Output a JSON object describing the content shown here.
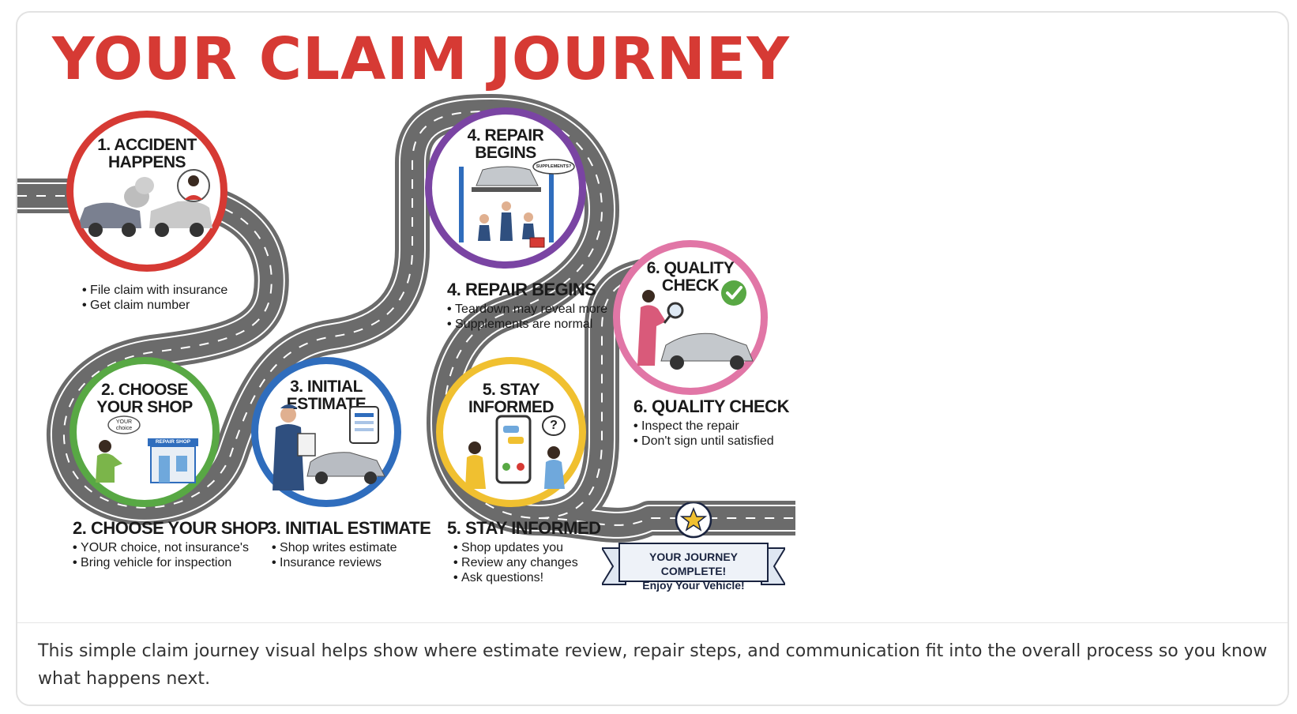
{
  "title": "YOUR CLAIM JOURNEY",
  "colors": {
    "title": "#d63a34",
    "road": "#6b6b6b",
    "road_edge": "#ffffff",
    "stage_1": "#d63a34",
    "stage_2": "#58a844",
    "stage_3": "#2f6dbd",
    "stage_4": "#7a44a3",
    "stage_5": "#f0c030",
    "stage_6": "#e176a6"
  },
  "stages": [
    {
      "number": 1,
      "circle_label": [
        "1. ACCIDENT",
        "HAPPENS"
      ],
      "heading": "",
      "bullets": [
        "File claim with insurance",
        "Get claim number"
      ],
      "icons": [
        "crashed-cars-icon",
        "person-on-phone-icon"
      ]
    },
    {
      "number": 2,
      "circle_label": [
        "2. CHOOSE",
        "YOUR SHOP"
      ],
      "heading": "2. CHOOSE YOUR SHOP",
      "bullets": [
        "YOUR choice, not insurance's",
        "Bring vehicle for inspection"
      ],
      "icons": [
        "person-pointing-icon",
        "repair-shop-icon"
      ],
      "art_text": {
        "bubble_line1": "YOUR",
        "bubble_line2": "choice",
        "shop_sign": "REPAIR SHOP"
      }
    },
    {
      "number": 3,
      "circle_label": [
        "3. INITIAL",
        "ESTIMATE"
      ],
      "heading": "3. INITIAL ESTIMATE",
      "bullets": [
        "Shop writes estimate",
        "Insurance reviews"
      ],
      "icons": [
        "mechanic-clipboard-icon",
        "tablet-estimate-icon",
        "car-icon"
      ]
    },
    {
      "number": 4,
      "circle_label": [
        "4. REPAIR",
        "BEGINS"
      ],
      "heading": "4. REPAIR BEGINS",
      "bullets": [
        "Teardown may reveal more",
        "Supplements are normal"
      ],
      "icons": [
        "car-on-lift-icon",
        "mechanics-icon",
        "toolbox-icon"
      ],
      "art_text": {
        "bubble": "SUPPLEMENTS?"
      }
    },
    {
      "number": 5,
      "circle_label": [
        "5. STAY",
        "INFORMED"
      ],
      "heading": "5. STAY INFORMED",
      "bullets": [
        "Shop updates you",
        "Review any changes",
        "Ask questions!"
      ],
      "icons": [
        "smartphone-chat-icon",
        "question-bubble-icon",
        "people-icon"
      ],
      "art_text": {
        "question": "?"
      }
    },
    {
      "number": 6,
      "circle_label": [
        "6. QUALITY",
        "CHECK"
      ],
      "heading": "6. QUALITY CHECK",
      "bullets": [
        "Inspect the repair",
        "Don't sign until satisfied"
      ],
      "icons": [
        "inspector-magnifier-icon",
        "check-icon",
        "car-icon"
      ]
    }
  ],
  "finish": {
    "line1": "YOUR JOURNEY COMPLETE!",
    "line2": "Enjoy Your Vehicle!",
    "icon": "star-icon"
  },
  "caption": "This simple claim journey visual helps show where estimate review, repair steps, and communication fit into the overall process so you know what happens next."
}
